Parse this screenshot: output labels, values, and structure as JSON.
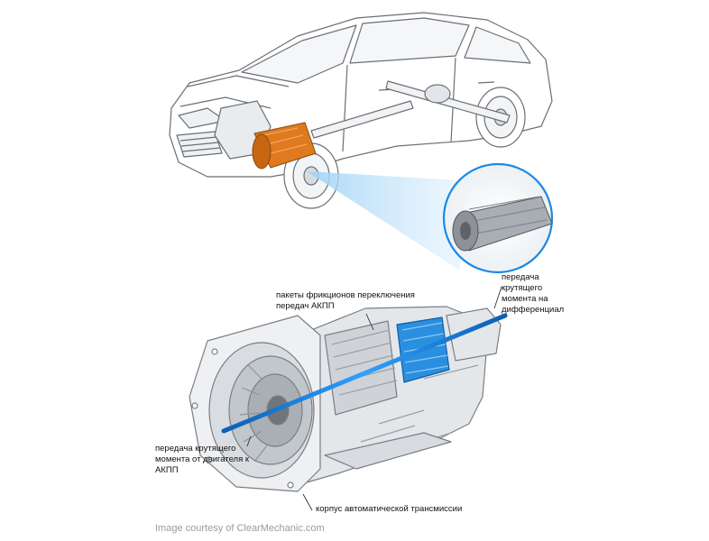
{
  "labels": {
    "clutch_packs": "пакеты фрикционов переключения\nпередач АКПП",
    "output_torque": "передача\nкрутящего\nмомента на\nдифференциал",
    "input_torque": "передача крутящего\nмомента от двигателя к\nАКПП",
    "housing": "корпус автоматической трансмиссии"
  },
  "credit": "Image courtesy of ClearMechanic.com",
  "colors": {
    "highlight_orange": "#e07a1f",
    "torque_blue": "#1e88e5",
    "beam_blue": "#7fc4f0",
    "housing_gray": "#c9cdd2",
    "outline": "#6b6f74"
  }
}
